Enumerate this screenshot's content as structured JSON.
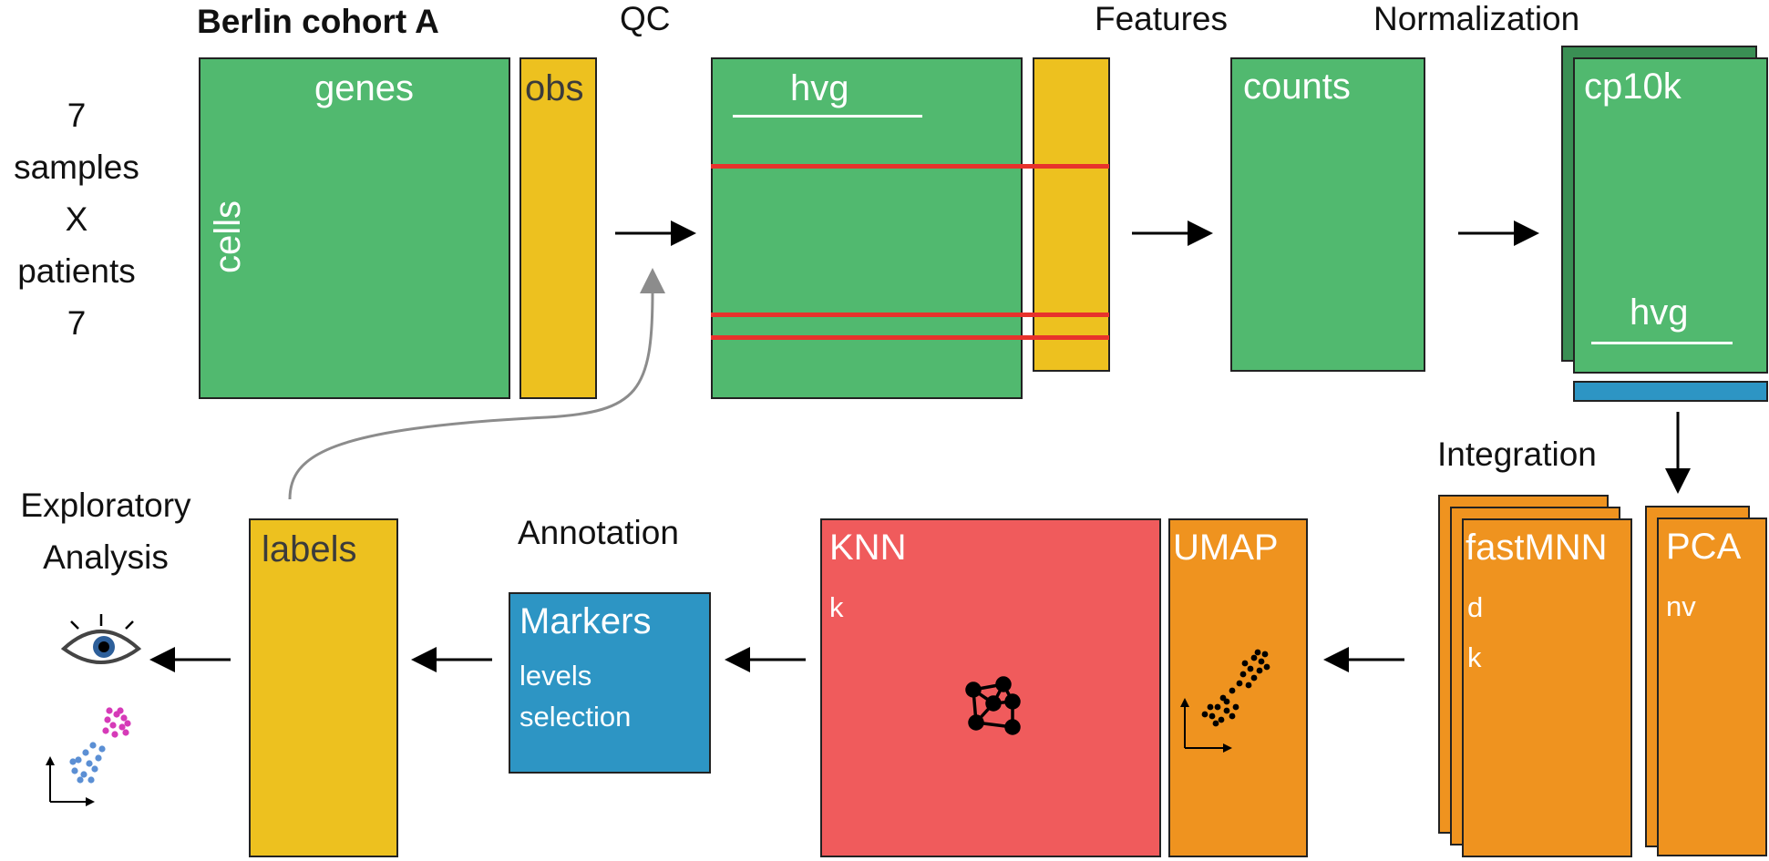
{
  "title": "Berlin cohort A",
  "dims": {
    "samples_count": "7",
    "samples_label": "samples",
    "times": "X",
    "patients_label": "patients",
    "patients_count": "7"
  },
  "stages": {
    "qc": "QC",
    "features": "Features",
    "normalization": "Normalization",
    "integration": "Integration",
    "annotation": "Annotation",
    "exploratory_line1": "Exploratory",
    "exploratory_line2": "Analysis"
  },
  "matrix": {
    "genes": "genes",
    "cells": "cells",
    "obs": "obs"
  },
  "qc_matrix": {
    "hvg": "hvg"
  },
  "features_matrix": {
    "counts": "counts"
  },
  "norm_matrix": {
    "cp10k": "cp10k",
    "hvg": "hvg"
  },
  "pca": {
    "label": "PCA",
    "param": "nv"
  },
  "fastmnn": {
    "label": "fastMNN",
    "param1": "d",
    "param2": "k"
  },
  "umap": {
    "label": "UMAP"
  },
  "knn": {
    "label": "KNN",
    "param": "k"
  },
  "markers": {
    "label": "Markers",
    "line1": "levels",
    "line2": "selection"
  },
  "labels_box": {
    "label": "labels"
  },
  "icons": [
    "eye-icon",
    "scatter-plot-icon",
    "graph-network-icon",
    "umap-scatter-icon",
    "arrow-icon"
  ],
  "colors": {
    "green": "#51b96f",
    "dark_green": "#3a8f54",
    "yellow": "#edc11f",
    "red": "#f05b5c",
    "orange": "#ef931f",
    "blue": "#2d95c4",
    "qc_line": "#e8322c",
    "feedback_arrow": "#8c8c8c",
    "cluster_magenta": "#d63ab8",
    "cluster_blue": "#5b8fd4"
  }
}
